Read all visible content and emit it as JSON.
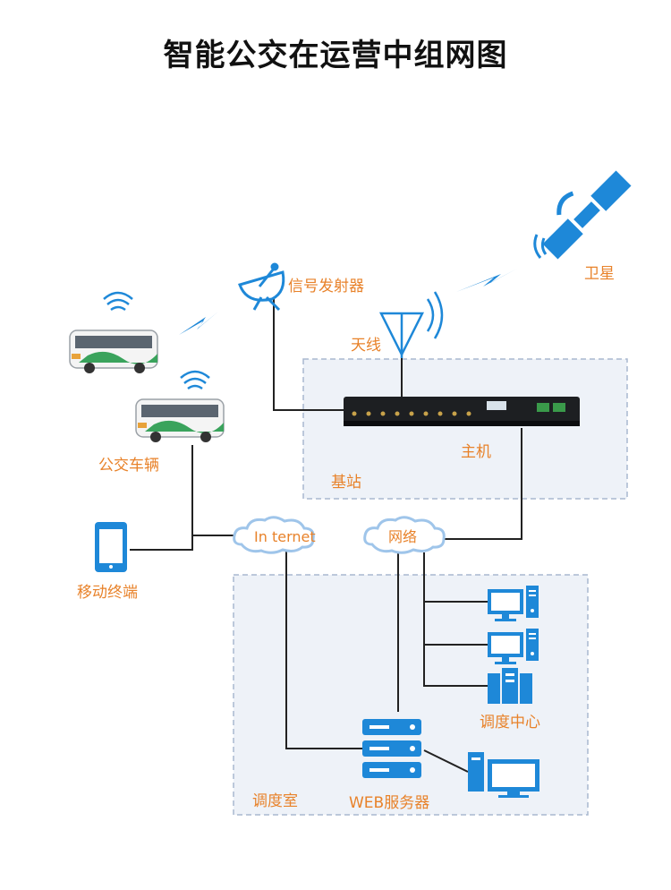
{
  "title": "智能公交在运营中组网图",
  "labels": {
    "satellite": "卫星",
    "transmitter": "信号发射器",
    "antenna": "天线",
    "host": "主机",
    "base_station": "基站",
    "bus": "公交车辆",
    "mobile": "移动终端",
    "internet": "In ternet",
    "network": "网络",
    "dispatch_center": "调度中心",
    "dispatch_room": "调度室",
    "web_server": "WEB服务器"
  },
  "colors": {
    "accent": "#e8822a",
    "icon_blue": "#1e88d8",
    "zone_fill": "#eef2f8",
    "zone_border": "#a9b8cf",
    "line": "#222222"
  }
}
